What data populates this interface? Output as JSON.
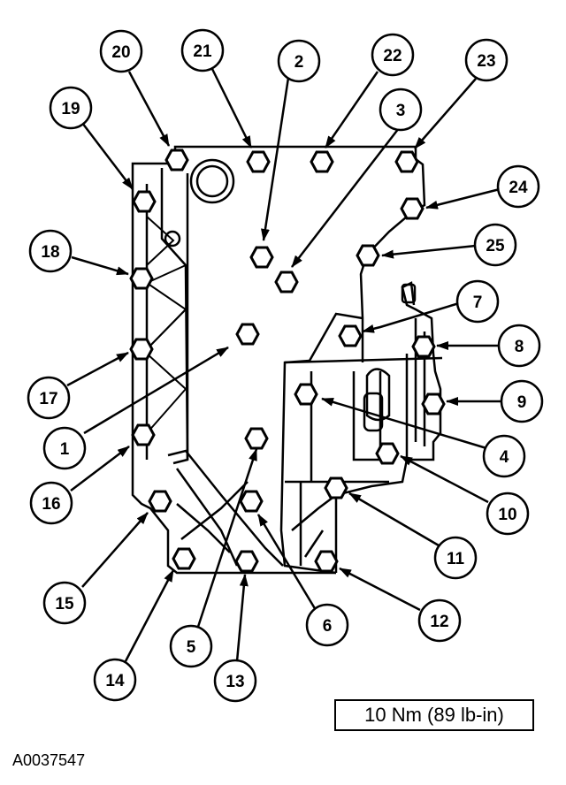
{
  "callouts": [
    "1",
    "2",
    "3",
    "4",
    "5",
    "6",
    "7",
    "8",
    "9",
    "10",
    "11",
    "12",
    "13",
    "14",
    "15",
    "16",
    "17",
    "18",
    "19",
    "20",
    "21",
    "22",
    "23",
    "24",
    "25"
  ],
  "torque_spec": "10 Nm (89 lb-in)",
  "figure_code": "A0037547",
  "colors": {
    "ink": "#000000",
    "background": "#ffffff"
  }
}
